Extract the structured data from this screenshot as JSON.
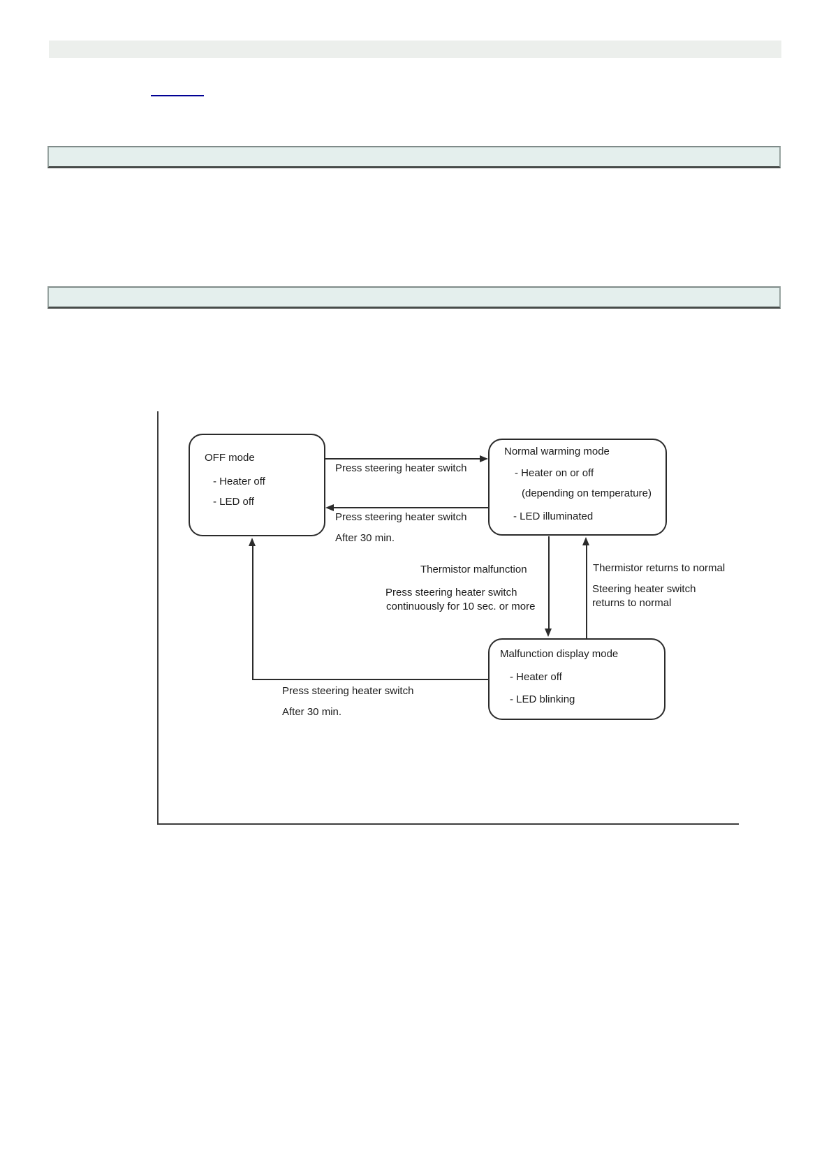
{
  "header": {
    "link_label": ""
  },
  "colors": {
    "top_strip": "#ecefec",
    "section_bar_fill": "#e4efed",
    "link_underline": "#000094",
    "diagram_line": "#2b2b2b"
  },
  "diagram": {
    "off_mode": {
      "title": "OFF mode",
      "items": [
        "- Heater off",
        "- LED off"
      ]
    },
    "normal_mode": {
      "title": "Normal warming mode",
      "items": [
        "- Heater on or off",
        "(depending on temperature)",
        "- LED illuminated"
      ]
    },
    "malfunction_mode": {
      "title": "Malfunction display mode",
      "items": [
        "- Heater off",
        "- LED blinking"
      ]
    },
    "labels": {
      "edge_off_to_normal": "Press steering heater switch",
      "edge_normal_to_off_line1": "Press steering heater switch",
      "edge_normal_to_off_line2": "After 30 min.",
      "thermistor_malfunction": "Thermistor malfunction",
      "press_continuously_line1": "Press steering heater switch",
      "press_continuously_line2": "continuously for 10 sec. or more",
      "thermistor_returns": "Thermistor returns to normal",
      "steering_returns_line1": "Steering heater switch",
      "steering_returns_line2": "returns to normal",
      "edge_malfunction_to_off_line1": "Press steering heater switch",
      "edge_malfunction_to_off_line2": "After 30 min."
    }
  }
}
